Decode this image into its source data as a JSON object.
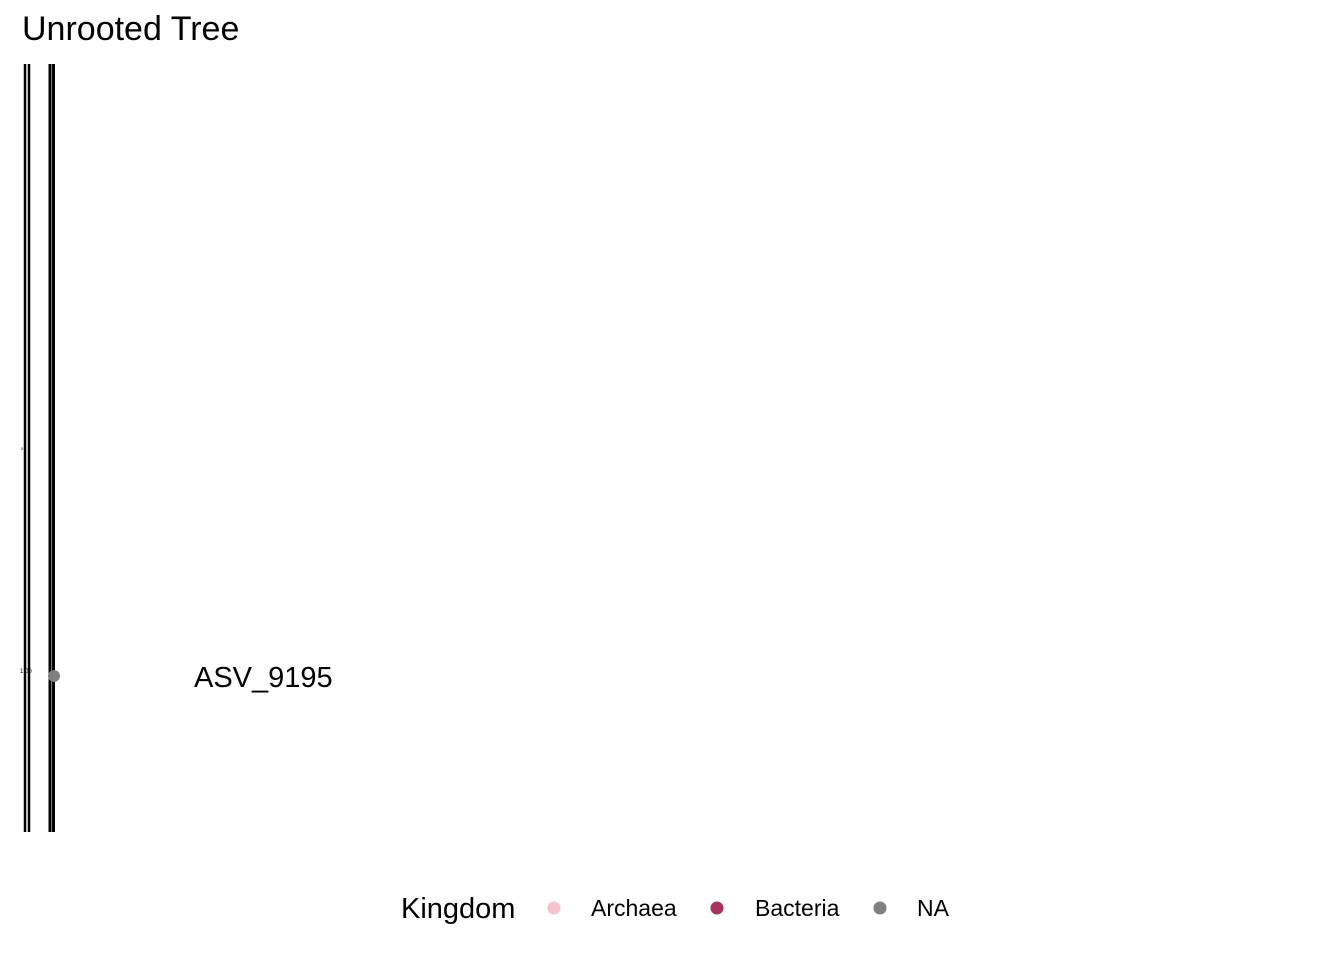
{
  "chart_data": {
    "type": "tree",
    "title": "Unrooted Tree",
    "tips": [
      {
        "label": "ASV_9195",
        "kingdom": "NA"
      }
    ],
    "node_labels": [
      "0",
      "1.00"
    ],
    "legend": {
      "title": "Kingdom",
      "position": "bottom",
      "entries": [
        {
          "label": "Archaea",
          "color": "#f6c3cf"
        },
        {
          "label": "Bacteria",
          "color": "#a8325e"
        },
        {
          "label": "NA",
          "color": "#808080"
        }
      ]
    }
  }
}
